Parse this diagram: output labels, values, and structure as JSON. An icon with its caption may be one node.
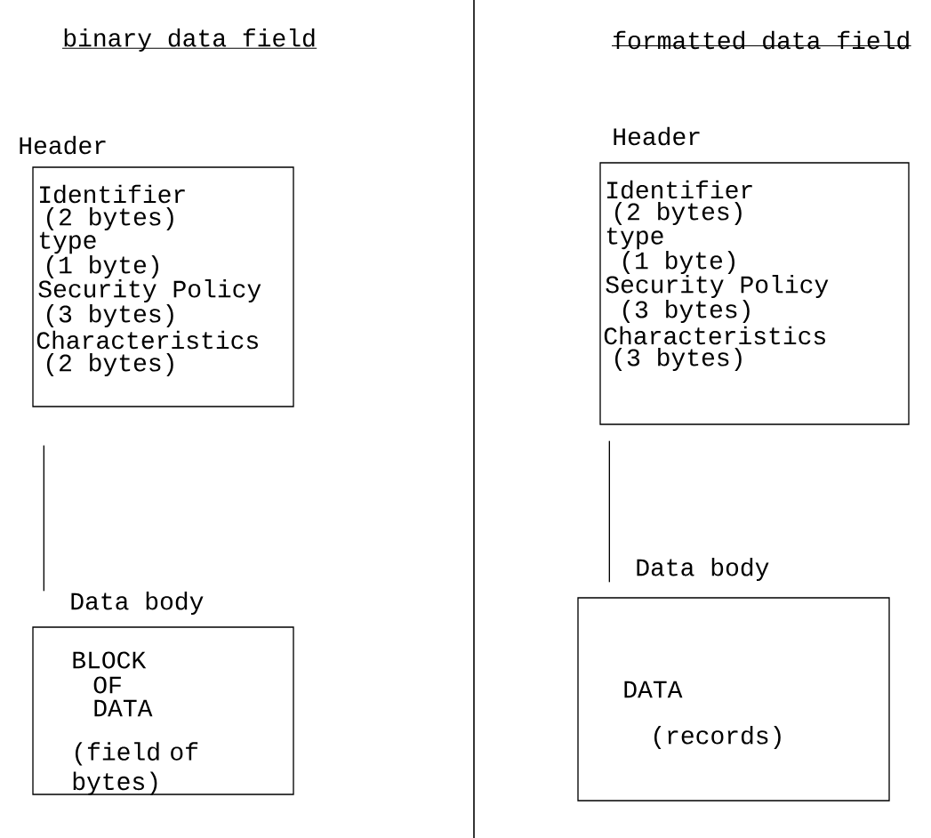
{
  "diagram": {
    "nodes": [
      {
        "text": [
          "Header",
          "Identifier",
          "(2 bytes)",
          "type",
          "(1 byte)",
          "Security Policy",
          "(3 bytes)",
          "Characteristics",
          "(2 bytes)"
        ]
      },
      {
        "text": [
          "Data body",
          "BLOCK",
          "OF",
          "DATA",
          "(field of bytes)"
        ]
      },
      {
        "text": [
          "Header",
          "Identifier",
          "(2 bytes)",
          "type",
          "(1 byte)",
          "Security Policy",
          "(3 bytes)",
          "Characteristics",
          "(3 bytes)"
        ]
      },
      {
        "text": [
          "Data body",
          "DATA",
          "(records)"
        ]
      }
    ],
    "edges": [
      {
        "from": 0,
        "to": 1,
        "arrow": "none"
      },
      {
        "from": 2,
        "to": 3,
        "arrow": "none"
      }
    ],
    "labels": [
      "binary data field",
      "formatted data field"
    ]
  }
}
